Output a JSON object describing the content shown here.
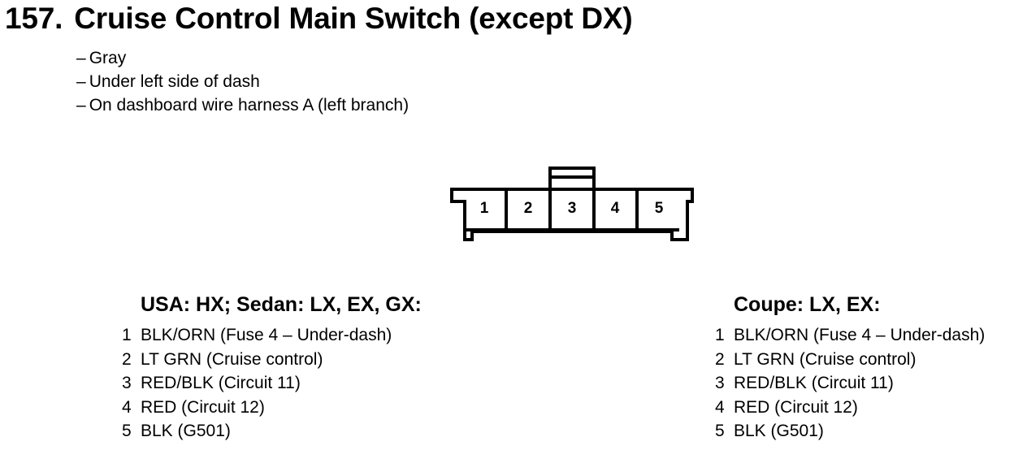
{
  "header": {
    "number": "157.",
    "title": "Cruise Control Main Switch (except DX)"
  },
  "notes": [
    {
      "dash": "–",
      "text": "Gray"
    },
    {
      "dash": "–",
      "text": "Under left side of dash"
    },
    {
      "dash": "–",
      "text": "On dashboard wire harness A (left branch)"
    }
  ],
  "connector": {
    "pins": [
      "1",
      "2",
      "3",
      "4",
      "5"
    ]
  },
  "tables": [
    {
      "heading": "USA: HX; Sedan: LX, EX, GX:",
      "pins": [
        {
          "n": "1",
          "desc": "BLK/ORN (Fuse 4 – Under-dash)"
        },
        {
          "n": "2",
          "desc": "LT GRN (Cruise control)"
        },
        {
          "n": "3",
          "desc": "RED/BLK (Circuit 11)"
        },
        {
          "n": "4",
          "desc": "RED (Circuit 12)"
        },
        {
          "n": "5",
          "desc": "BLK (G501)"
        }
      ]
    },
    {
      "heading": "Coupe: LX, EX:",
      "pins": [
        {
          "n": "1",
          "desc": "BLK/ORN (Fuse 4 – Under-dash)"
        },
        {
          "n": "2",
          "desc": "LT GRN (Cruise control)"
        },
        {
          "n": "3",
          "desc": "RED/BLK (Circuit 11)"
        },
        {
          "n": "4",
          "desc": "RED (Circuit 12)"
        },
        {
          "n": "5",
          "desc": "BLK (G501)"
        }
      ]
    }
  ]
}
